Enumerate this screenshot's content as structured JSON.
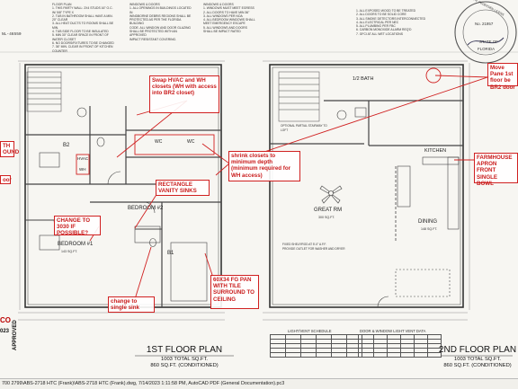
{
  "top_left": {
    "doc_no": "NL-46550",
    "floor_plan_notes": "FLOOR PLAN\n1. THIS PARTY WALL: 2X4 STUDS 16\" O.C. W/ 5/8\" TYPE X\n2. TUB IN BATHROOM SHALL HAVE A MIN. 20\" CLEAR\n3. ALL HEAT DUCTS TO ROOMS SHALL BE MIN.\n4. TUB SIDE FLOOR TO BE INSULATED\n5. MIN 30\" CLEAR SPACE IN FRONT OF WATER CLOSET\n6. NO DOORS/FIXTURES TO BE CHANGED\n7. 36\" MIN. CLEAR IN FRONT OF KITCHEN COUNTER",
    "windows_doors_notes_1": "WINDOWS & DOORS\n1. ALL OPENINGS IN BUILDINGS LOCATED IN\nWINDBORNE DEBRIS REGIONS SHALL BE\nPROTECTED AS PER THE FLORIDA BUILDING\nCODE. ALL WINDOW AND DOOR GLAZING\nSHALL BE PROTECTED WITH AN APPROVED\nIMPACT RESISTANT COVERING.",
    "windows_doors_notes_2": "WINDOWS & DOORS\n1. WINDOWS MUST MEET EGRESS\n2. ALL DOORS TO HAVE MIN 36\"\n3. ALL WINDOWS PER NOA\n4. ALL BEDROOM WINDOWS SHALL\nMEET EMERGENCY ESCAPE\n5. ALL WINDOWS AND DOORS\nSHALL BE IMPACT RATED",
    "right_notes": "1. ALL EXPOSED WOOD TO BE TREATED\n2. ALL DOORS TO BE SOLID CORE\n3. ALL SMOKE DETECTORS INTERCONNECTED\n4. ALL ELECTRICAL PER NEC\n5. ALL PLUMBING PER FBC\n6. CARBON MONOXIDE ALARM REQ'D\n7. GFCI AT ALL WET LOCATIONS"
  },
  "stamp": {
    "ring_text": "CARL N. PEDERSEN  LICENSED  No. 21957  STATE OF FLORIDA  PROFESSIONAL ENGINEER",
    "number": "No. 21957",
    "state": "STATE OF",
    "florida": "FLORIDA"
  },
  "rooms_first": {
    "b2": "B2",
    "bedroom2": "BEDROOM #2",
    "bedroom1": "BEDROOM #1",
    "bedroom1_area": "143 SQ.FT.",
    "b1": "B1",
    "wc_a": "WC",
    "wc_b": "WC",
    "hvac": "HVAC",
    "wh": "WH"
  },
  "rooms_second": {
    "half_bath": "1/2 BATH",
    "kitchen": "KITCHEN",
    "great_rm": "GREAT RM",
    "great_rm_area": "300 SQ.FT.",
    "dining": "DINING",
    "dining_area": "148 SQ.FT.",
    "stair_note": "OPTIONAL PARTIAL STAIRWAY TO LOFT",
    "closet_note": "FIXED SHELF/ROD AT 5'-0\" A.F.F.\nPROVIDE OUTLET FOR WASHER AND DRYER"
  },
  "titles": {
    "first_name": "1ST FLOOR PLAN",
    "first_total": "1003 TOTAL SQ.FT.",
    "first_cond": "860 SQ.FT. (CONDITIONED)",
    "second_name": "2ND FLOOR PLAN",
    "second_total": "1003 TOTAL SQ.FT.",
    "second_cond": "860 SQ.FT. (CONDITIONED)"
  },
  "schedules": {
    "light_vent_title": "LIGHT/VENT SCHEDULE",
    "door_window_title": "DOOR & WINDOW LIGHT VENT DATA"
  },
  "left_edge": {
    "code_label": "CO",
    "year": "023",
    "approved": "APPROVED"
  },
  "comments": {
    "swap_closets": "Swap HVAC and WH closets (WH with access into BR2 closet)",
    "shrink_closets": "shrink closets to minimum depth (minimum required for WH access)",
    "rectangle_sinks": "RECTANGLE VANITY SINKS",
    "change_3030": "CHANGE TO 3030 IF POSSIBLE?",
    "change_single": "change to single sink",
    "fg_pan": "60X34 FG PAN WITH TILE SURROUND TO CEILING",
    "move_panel": "Move Pane 1st floor be BR2 door",
    "farmhouse": "FARMHOUSE APRON FRONT SINGLE BOWL",
    "left_cut_1": "TH\nOUND",
    "left_cut_2": "oor"
  },
  "footer": {
    "path": "700 2799\\ABS-2718 HTC (Frank)\\ABS-2718 HTC (Frank).dwg, 7/14/2023 1:11:58 PM, AutoCAD PDF (General Documentation).pc3"
  },
  "colors": {
    "markup_red": "#d02020",
    "line_dark": "#333333",
    "paper": "#f7f6f2"
  }
}
